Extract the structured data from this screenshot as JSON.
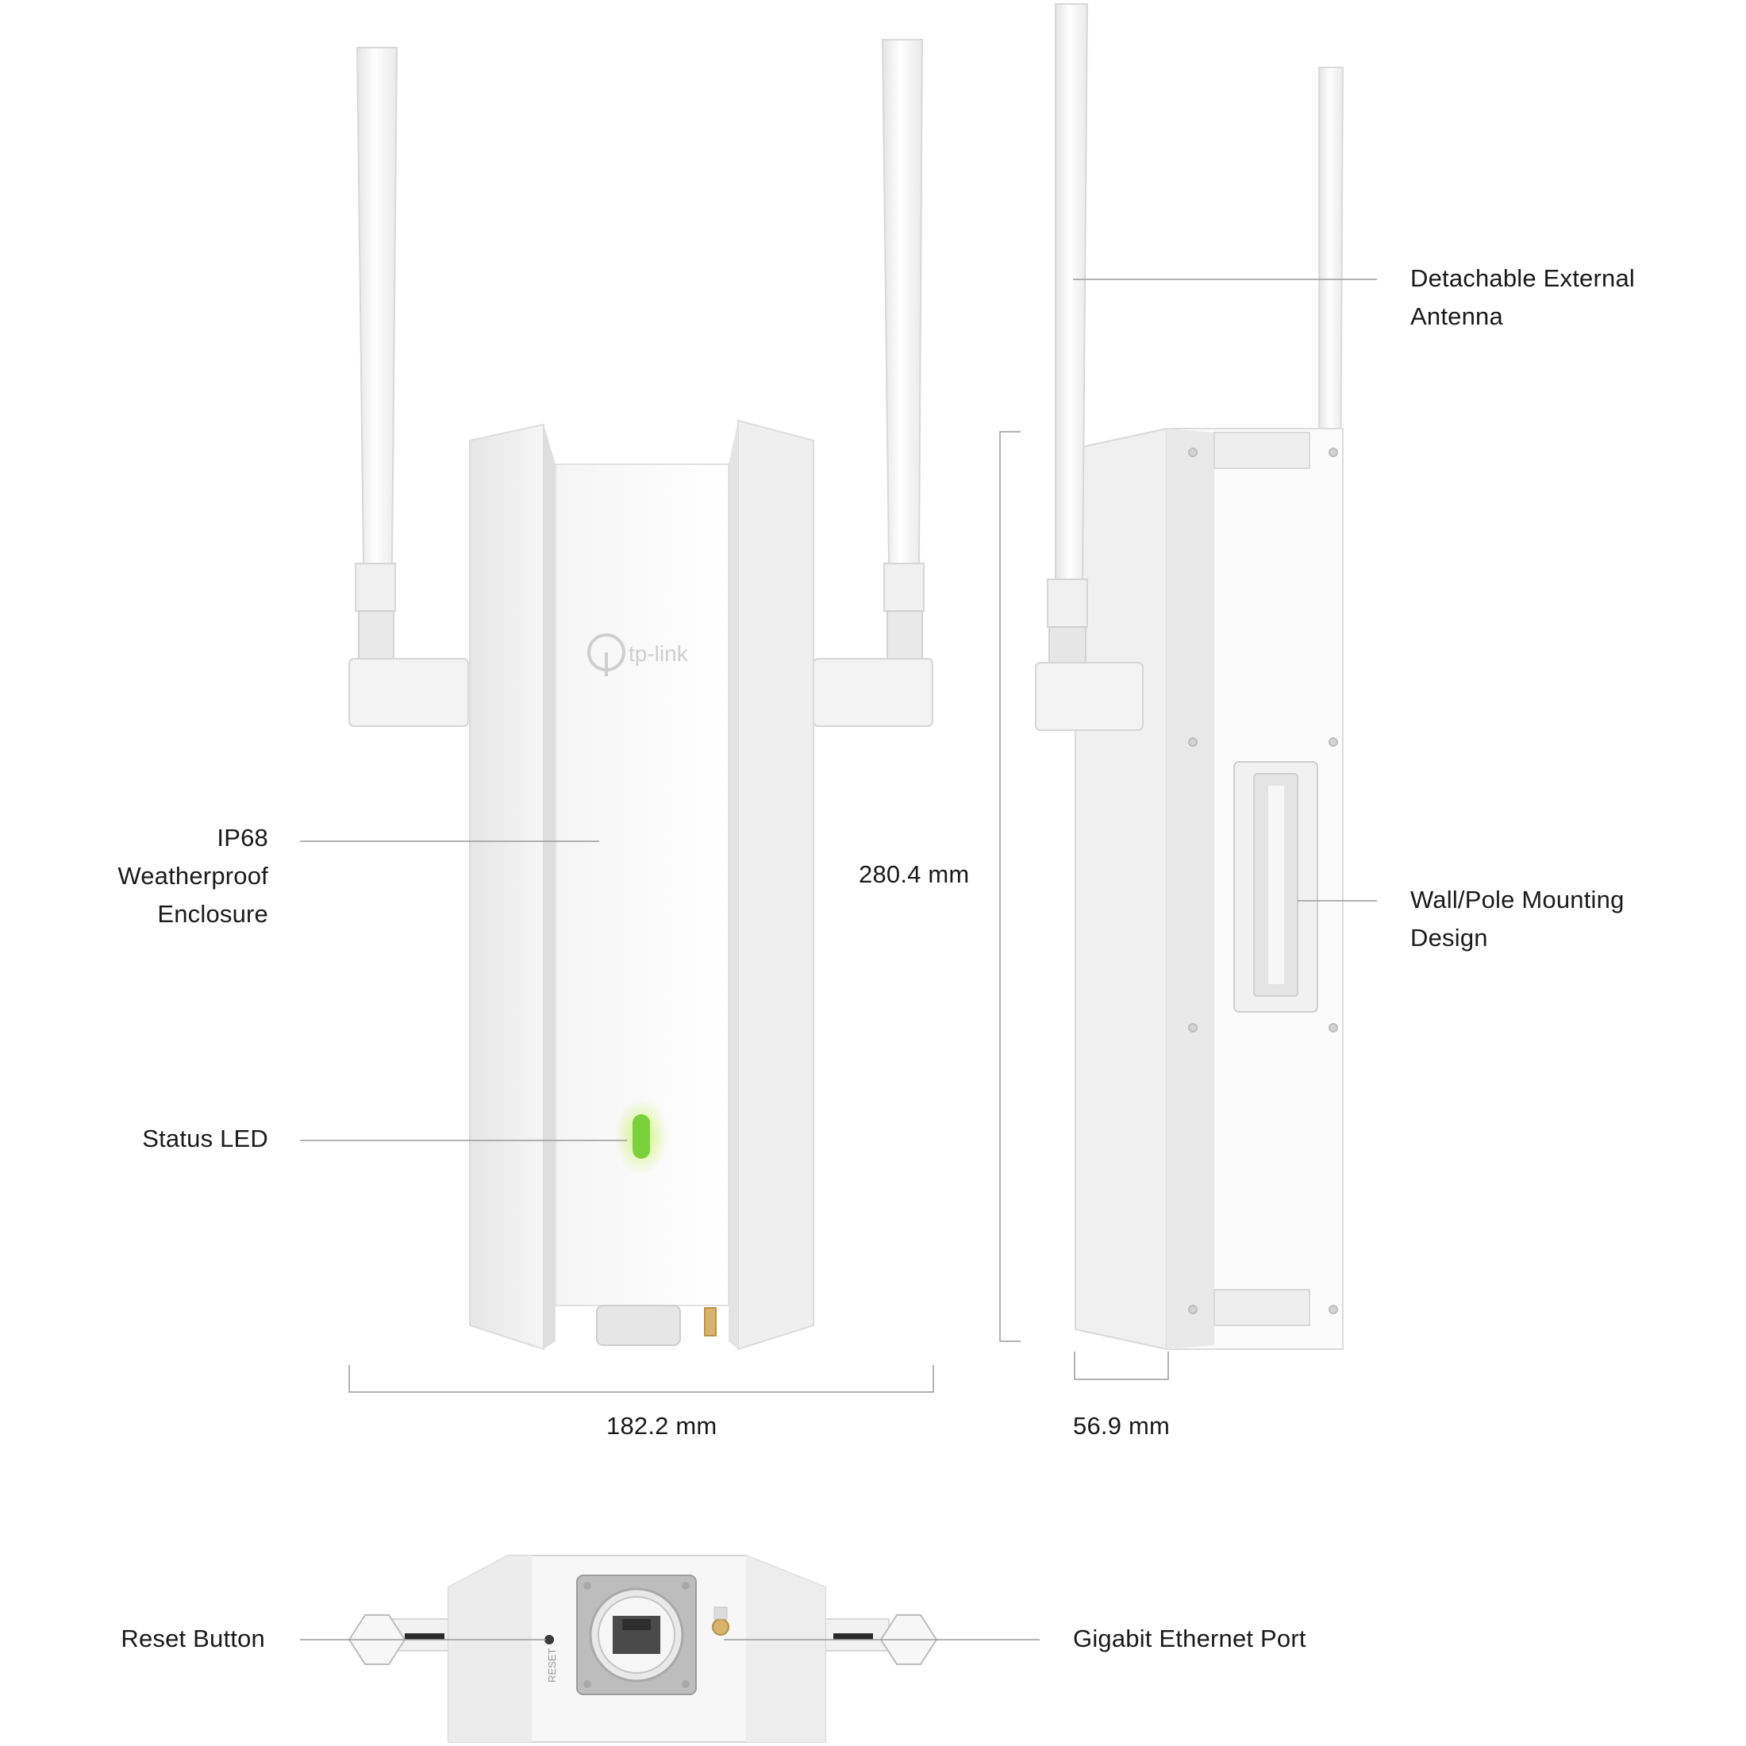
{
  "product": {
    "brand_logo_text": "tp-link",
    "reset_port_text": "RESET"
  },
  "callouts": {
    "antenna": {
      "line1": "Detachable External",
      "line2": "Antenna"
    },
    "enclosure": {
      "line1": "IP68",
      "line2": "Weatherproof",
      "line3": "Enclosure"
    },
    "status_led": "Status LED",
    "mounting": {
      "line1": "Wall/Pole Mounting",
      "line2": "Design"
    },
    "reset_button": "Reset Button",
    "ethernet_port": "Gigabit Ethernet Port"
  },
  "dimensions": {
    "width": "182.2 mm",
    "height": "280.4 mm",
    "depth": "56.9 mm"
  },
  "colors": {
    "led": "#7ad23a",
    "callout_line": "#9a9a9a",
    "device_white": "#f7f7f7",
    "device_shade": "#e2e2e2",
    "port_metal": "#bdbdbd"
  }
}
